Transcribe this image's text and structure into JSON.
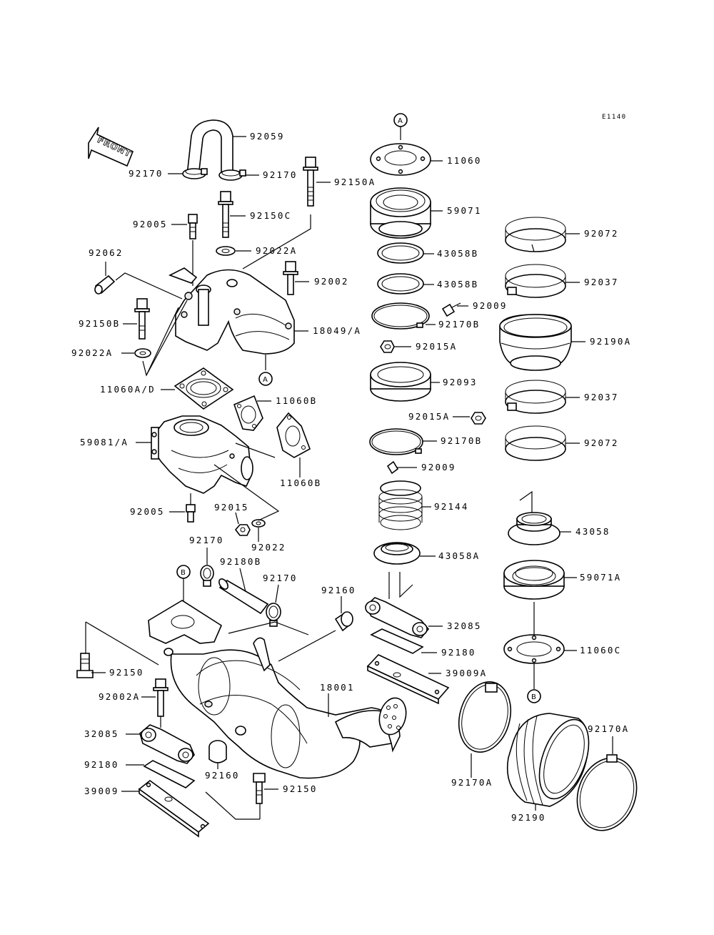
{
  "diagram_code": "E1140",
  "front_label": "FRONT",
  "ref_markers": {
    "a_top": "A",
    "a_mid": "A",
    "b_left": "B",
    "b_right": "B"
  },
  "labels": {
    "p92059": "92059",
    "p92170_l": "92170",
    "p92170_r": "92170",
    "p92150A": "92150A",
    "p92005_t": "92005",
    "p92150C": "92150C",
    "p92022A_t": "92022A",
    "p92062": "92062",
    "p92002": "92002",
    "p92150B": "92150B",
    "p18049A": "18049/A",
    "p92022A_l": "92022A",
    "p11060AD": "11060A/D",
    "p11060B_t": "11060B",
    "p59081A": "59081/A",
    "p11060B_b": "11060B",
    "p92005_b": "92005",
    "p92015": "92015",
    "p92022": "92022",
    "p92170_m1": "92170",
    "p92180B": "92180B",
    "p92170_m2": "92170",
    "p92160_t": "92160",
    "p32085_r": "32085",
    "p92180_r": "92180",
    "p39009A": "39009A",
    "p92150_l": "92150",
    "p92002A": "92002A",
    "p18001": "18001",
    "p32085_l": "32085",
    "p92180_l": "92180",
    "p92160_b": "92160",
    "p39009": "39009",
    "p92150_b": "92150",
    "p11060": "11060",
    "p59071": "59071",
    "p43058B_1": "43058B",
    "p43058B_2": "43058B",
    "p92009_t": "92009",
    "p92170B_t": "92170B",
    "p92015A_t": "92015A",
    "p92093": "92093",
    "p92015A_b": "92015A",
    "p92170B_b": "92170B",
    "p92009_b": "92009",
    "p92144": "92144",
    "p43058A": "43058A",
    "p92072_t": "92072",
    "p92037_t": "92037",
    "p92190A": "92190A",
    "p92037_b": "92037",
    "p92072_b": "92072",
    "p43058": "43058",
    "p59071A": "59071A",
    "p11060C": "11060C",
    "p92170A_r": "92170A",
    "p92170A_l": "92170A",
    "p92190": "92190"
  }
}
